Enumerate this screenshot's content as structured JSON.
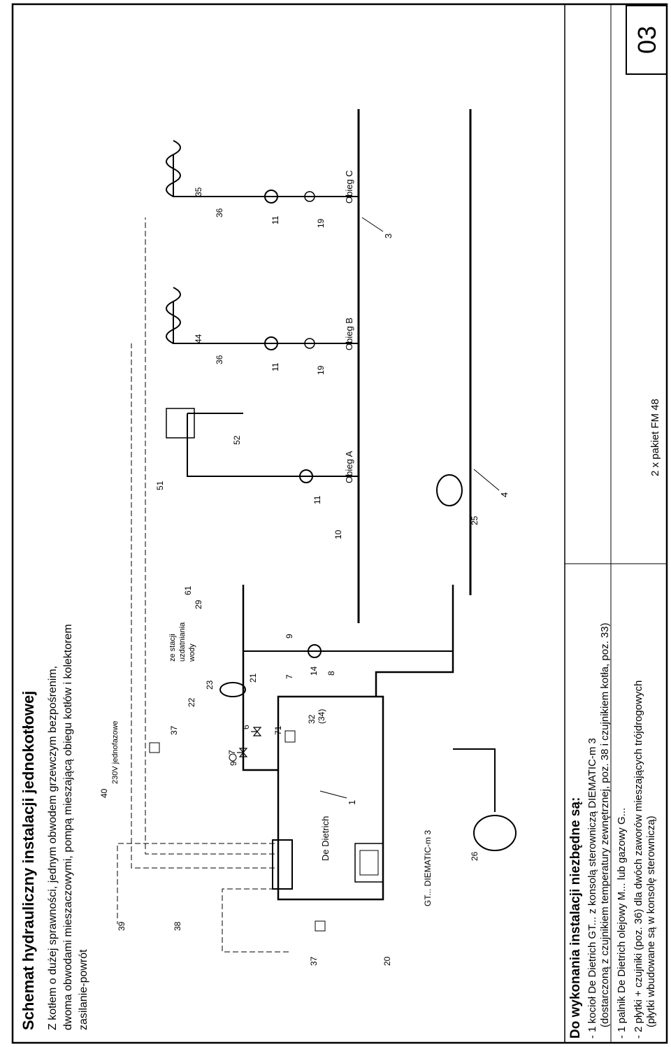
{
  "header": {
    "title": "Schemat hydrauliczny instalacji jednokotłowej",
    "desc": [
      "Z kotłem o dużej sprawności, jednym obwodem grzewczym bezpośrenim,",
      "dwoma obwodami mieszaczowymi, pompą mieszającą obiegu kotłów i kolektorem",
      "zasilanie-powrót"
    ]
  },
  "requirements": {
    "title": "Do wykonania instalacji niezbędne są:",
    "items": [
      "- 1 kocioł De Dietrich GT... z konsolą sterowniczą DIEMATIC-m 3",
      "(dostarczoną z czujnikiem temperatury zewnętrznej, poz. 38 i czujnikiem kotła, poz. 33)",
      "- 1 palnik De Dietrich olejowy M... lub gazowy G...",
      "- 2 płytki + czujniki (poz. 36) dla dwóch zaworów mieszających trójdrogowych",
      "(płytki wbudowane są w konsolę sterowniczą)"
    ],
    "package": "2 x pakiet FM 48"
  },
  "page_number": "03",
  "diagram": {
    "boiler_brand": "De Dietrich",
    "boiler_model": "GT... DIEMATIC-m 3",
    "circuits": [
      "Obieg A",
      "Obieg B",
      "Obieg C"
    ],
    "voltage_note": "230V jednofazowe",
    "water_station_note": [
      "ze stacji",
      "uzdatniania",
      "wody"
    ],
    "labels": {
      "boiler": "1",
      "collector_supply": "3",
      "collector_return": "4",
      "safety_valve": "6",
      "valve": "7",
      "check_valve": "8",
      "thermometer": "9",
      "manometer": "10",
      "pump": "11",
      "boiler_pump": "14",
      "mixing_valve": "19",
      "drain": "20",
      "fill_valve": "21",
      "air_vent": "22",
      "auto_vent_valve": "23",
      "buffer": "25",
      "expansion_vessel": "26",
      "pressure_reducer": "29",
      "boiler_sensor": "32",
      "boiler_sensor_alt": "(34)",
      "safety_thermostat": "35",
      "circuit_sensor": "36",
      "outside_sensor": "37",
      "room_sensor": "38",
      "remote_39": "39",
      "switch_40": "40",
      "radiator_thermostat": "44",
      "thermostatic_valve": "51",
      "bypass_valve": "52",
      "water_meter": "61",
      "chimney_valve": "71"
    }
  }
}
